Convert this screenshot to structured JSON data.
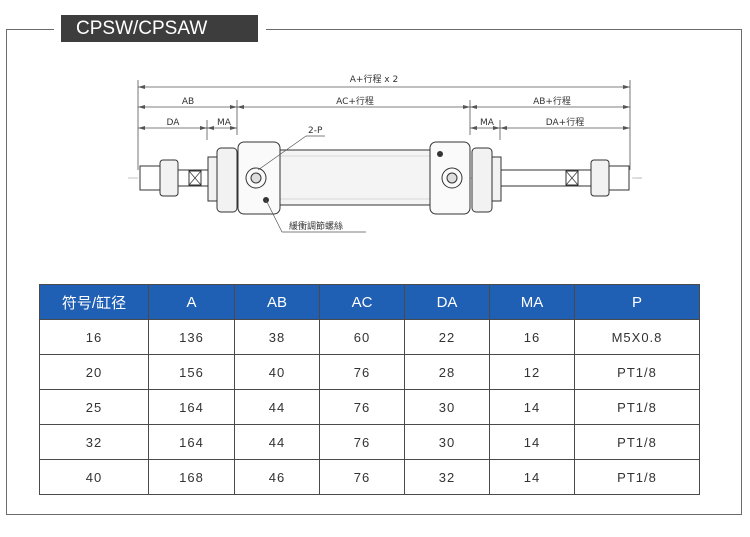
{
  "title": "CPSW/CPSAW",
  "drawing": {
    "labels": {
      "a_stroke_x2": "A+行程 x 2",
      "ab_left": "AB",
      "ac_stroke": "AC+行程",
      "ab_stroke_right": "AB+行程",
      "da_left": "DA",
      "ma_left": "MA",
      "ma_right": "MA",
      "da_stroke_right": "DA+行程",
      "port": "2-P",
      "cushion_screw": "緩衝調節螺絲"
    }
  },
  "table": {
    "headers": [
      "符号/缸径",
      "A",
      "AB",
      "AC",
      "DA",
      "MA",
      "P"
    ],
    "rows": [
      [
        "16",
        "136",
        "38",
        "60",
        "22",
        "16",
        "M5X0.8"
      ],
      [
        "20",
        "156",
        "40",
        "76",
        "28",
        "12",
        "PT1/8"
      ],
      [
        "25",
        "164",
        "44",
        "76",
        "30",
        "14",
        "PT1/8"
      ],
      [
        "32",
        "164",
        "44",
        "76",
        "30",
        "14",
        "PT1/8"
      ],
      [
        "40",
        "168",
        "46",
        "76",
        "32",
        "14",
        "PT1/8"
      ]
    ]
  }
}
